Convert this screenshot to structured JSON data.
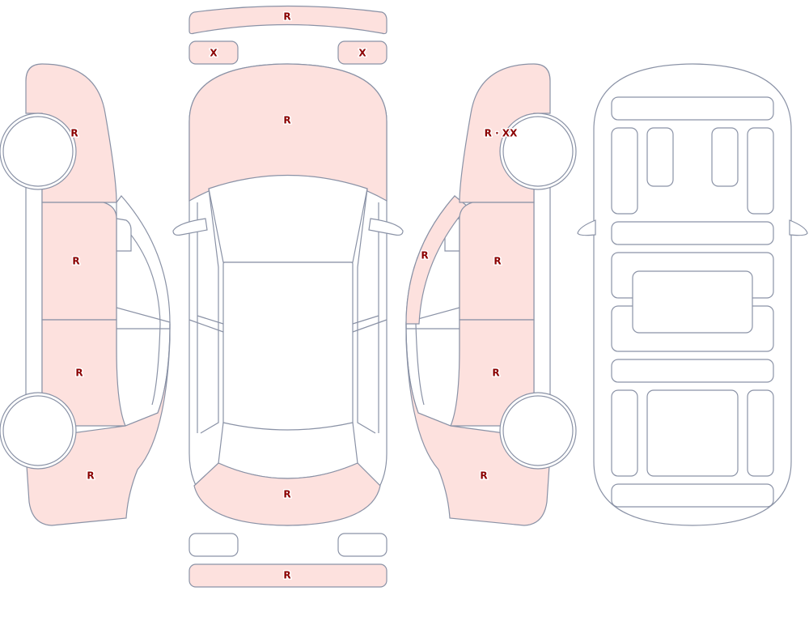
{
  "labels": {
    "front_bumper": "R",
    "front_left_light": "X",
    "front_right_light": "X",
    "hood": "R",
    "rear_section": "R",
    "rear_bumper": "R",
    "left_front_fender": "R",
    "left_front_door": "R",
    "left_rear_door": "R",
    "left_rear_quarter": "R",
    "right_front_fender": "R · XX",
    "right_a_pillar": "R",
    "right_front_door": "R",
    "right_rear_door": "R",
    "right_rear_quarter": "R"
  },
  "colors": {
    "damaged_fill": "#fde1de",
    "outline": "#8a92a6",
    "label_text": "#8b0000"
  }
}
